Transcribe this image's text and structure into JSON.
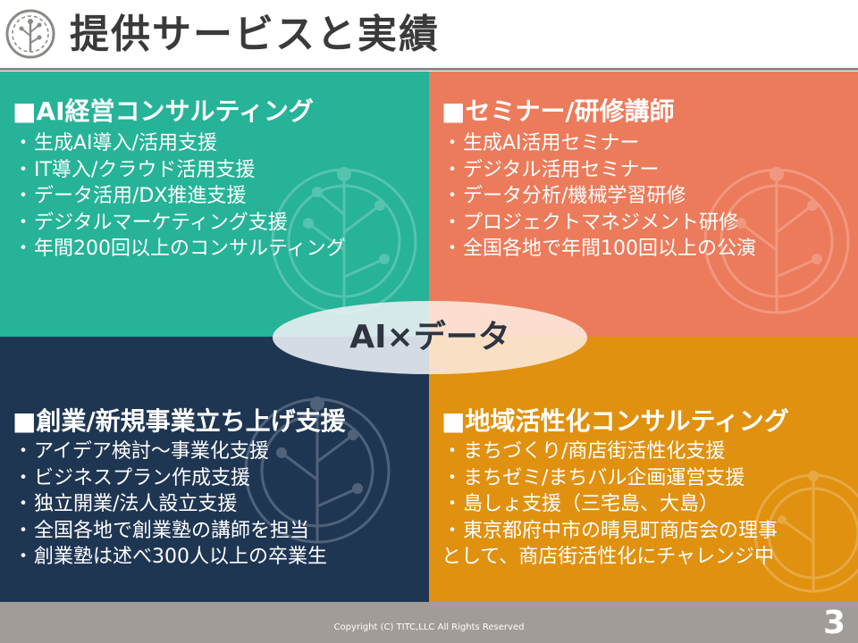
{
  "header": {
    "title": "提供サービスと実績"
  },
  "quadrants": {
    "top_left": {
      "title": "■AI経営コンサルティング",
      "items": [
        "生成AI導入/活用支援",
        "IT導入/クラウド活用支援",
        "データ活用/DX推進支援",
        "デジタルマーケティング支援",
        "年間200回以上のコンサルティング"
      ]
    },
    "top_right": {
      "title": "■セミナー/研修講師",
      "items": [
        "生成AI活用セミナー",
        "デジタル活用セミナー",
        "データ分析/機械学習研修",
        "プロジェクトマネジメント研修",
        "全国各地で年間100回以上の公演"
      ]
    },
    "bottom_left": {
      "title": "■創業/新規事業立ち上げ支援",
      "items": [
        "アイデア検討～事業化支援",
        "ビジネスプラン作成支援",
        "独立開業/法人設立支援",
        "全国各地で創業塾の講師を担当",
        "創業塾は述べ300人以上の卒業生"
      ]
    },
    "bottom_right": {
      "title": "■地域活性化コンサルティング",
      "items": [
        "まちづくり/商店街活性化支援",
        "まちゼミ/まちバル企画運営支援",
        "島しょ支援（三宅島、大島）",
        "東京都府中市の晴見町商店会の理事"
      ],
      "continuation": "として、商店街活性化にチャレンジ中"
    }
  },
  "center": {
    "label": "AI×データ"
  },
  "footer": {
    "copyright": "Copyright (C) TITC,LLC All Rights Reserved",
    "page_number": "3"
  },
  "colors": {
    "teal": "#26b398",
    "coral": "#ec7b5b",
    "navy": "#1f3653",
    "orange": "#e0910f",
    "footer_gray": "#a19c97",
    "title_text": "#3a3a3a"
  },
  "icons": {
    "logo": "circuit-tree-logo",
    "watermark": "circuit-tree-watermark"
  }
}
